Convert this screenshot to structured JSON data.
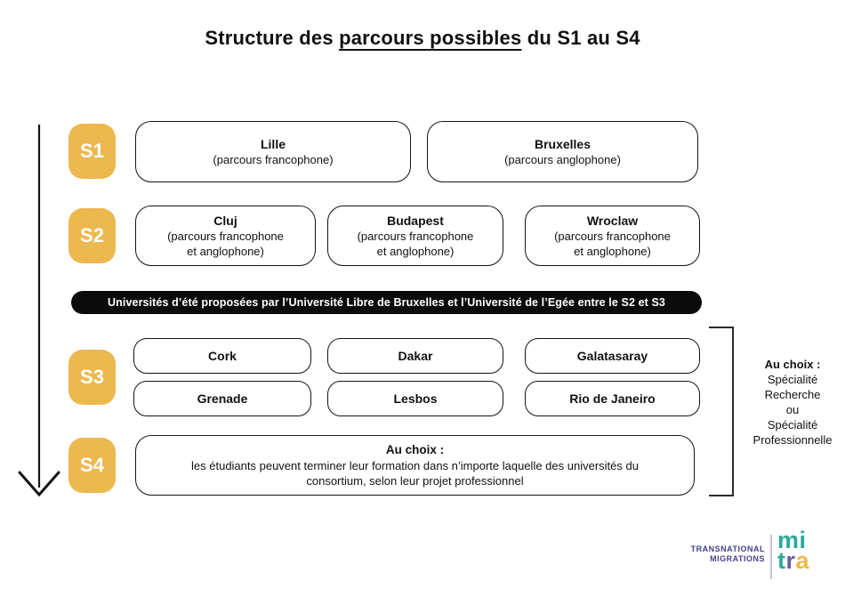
{
  "title": {
    "prefix": "Structure des ",
    "underlined": "parcours possibles",
    "suffix": " du S1 au S4"
  },
  "colors": {
    "badge_orange": "#ECB850",
    "banner_black": "#0B0B0B",
    "box_border": "#141414",
    "logo_teal": "#2DA89B",
    "logo_purple": "#6A5CA5",
    "logo_gold": "#EDBA4D",
    "logo_navy": "#463F8F"
  },
  "semesters": {
    "s1": {
      "badge": "S1",
      "boxes": [
        {
          "name": "Lille",
          "sub": "(parcours francophone)"
        },
        {
          "name": "Bruxelles",
          "sub": "(parcours anglophone)"
        }
      ]
    },
    "s2": {
      "badge": "S2",
      "boxes": [
        {
          "name": "Cluj",
          "sub": "(parcours francophone\net anglophone)"
        },
        {
          "name": "Budapest",
          "sub": "(parcours francophone\net anglophone)"
        },
        {
          "name": "Wroclaw",
          "sub": "(parcours francophone\net anglophone)"
        }
      ]
    },
    "s3": {
      "badge": "S3",
      "row1": [
        "Cork",
        "Dakar",
        "Galatasaray"
      ],
      "row2": [
        "Grenade",
        "Lesbos",
        "Rio de Janeiro"
      ]
    },
    "s4": {
      "badge": "S4",
      "heading": "Au choix :",
      "body": "les étudiants peuvent terminer leur formation dans n’importe laquelle des universités du\nconsortium, selon leur projet professionnel"
    }
  },
  "banner": "Universités d’été proposées par l’Université Libre de Bruxelles et l’Université de l’Egée entre le S2 et S3",
  "bracket_note": {
    "heading": "Au choix :",
    "lines": [
      "Spécialité",
      "Recherche",
      "ou",
      "Spécialité",
      "Professionnelle"
    ]
  },
  "logo": {
    "org_line1": "TRANSNATIONAL",
    "org_line2": "MIGRATIONS",
    "mark": {
      "m": "m",
      "i": "i",
      "t": "t",
      "r": "r",
      "a": "a"
    }
  }
}
